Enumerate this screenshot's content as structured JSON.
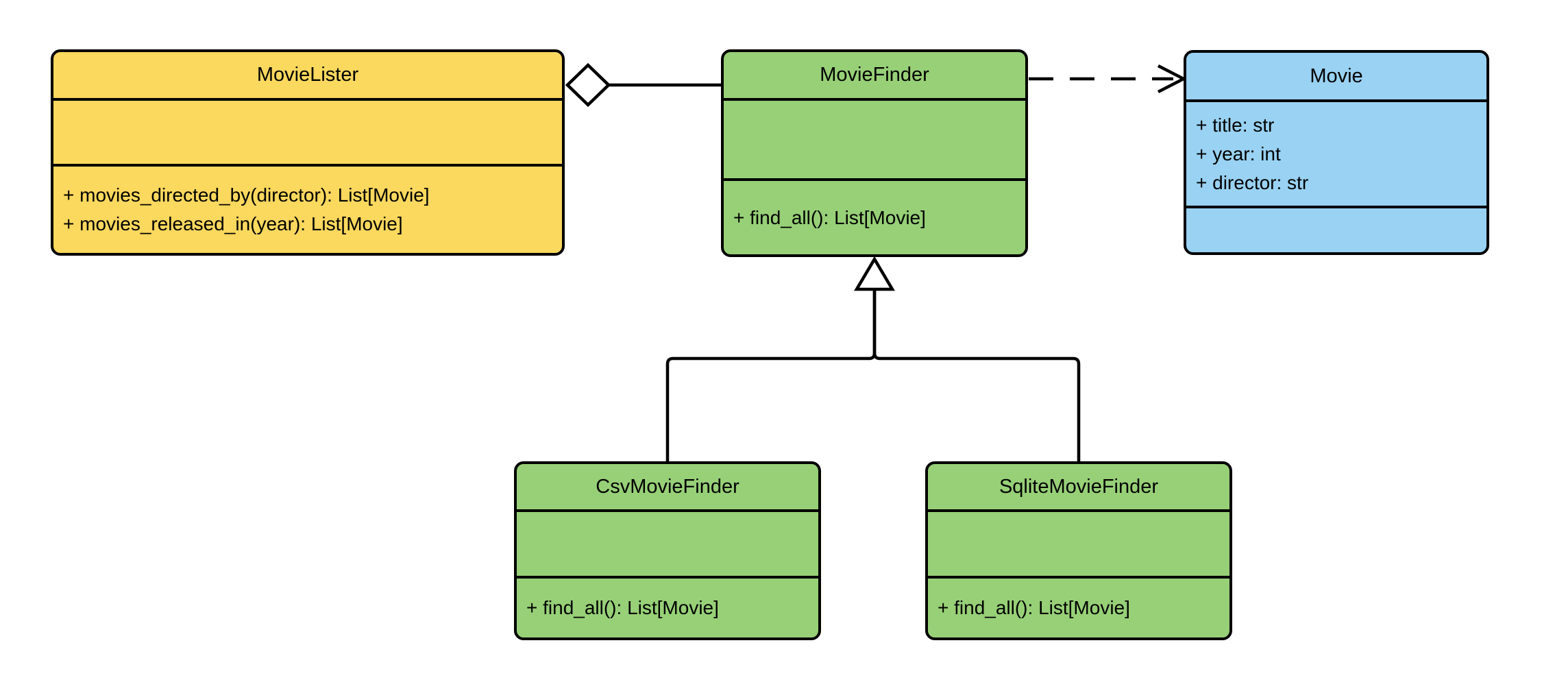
{
  "diagram": {
    "type": "uml-class-diagram",
    "colors": {
      "lister_fill": "#FBD85E",
      "finder_fill": "#97D077",
      "movie_fill": "#99D2F2",
      "stroke": "#000000",
      "background": "#FFFFFF"
    },
    "classes": {
      "movie_lister": {
        "name": "MovieLister",
        "attributes": [],
        "methods": [
          "+ movies_directed_by(director): List[Movie]",
          "+ movies_released_in(year): List[Movie]"
        ]
      },
      "movie_finder": {
        "name": "MovieFinder",
        "attributes": [],
        "methods": [
          "+ find_all(): List[Movie]"
        ]
      },
      "movie": {
        "name": "Movie",
        "attributes": [
          "+ title: str",
          "+ year: int",
          "+ director: str"
        ],
        "methods": []
      },
      "csv_movie_finder": {
        "name": "CsvMovieFinder",
        "attributes": [],
        "methods": [
          "+ find_all(): List[Movie]"
        ]
      },
      "sqlite_movie_finder": {
        "name": "SqliteMovieFinder",
        "attributes": [],
        "methods": [
          "+ find_all(): List[Movie]"
        ]
      }
    },
    "relationships": [
      {
        "type": "aggregation",
        "from": "MovieLister",
        "to": "MovieFinder",
        "marker": "hollow-diamond",
        "line": "solid"
      },
      {
        "type": "dependency",
        "from": "MovieFinder",
        "to": "Movie",
        "marker": "open-arrow",
        "line": "dashed"
      },
      {
        "type": "inheritance",
        "from": "CsvMovieFinder",
        "to": "MovieFinder",
        "marker": "hollow-triangle",
        "line": "solid"
      },
      {
        "type": "inheritance",
        "from": "SqliteMovieFinder",
        "to": "MovieFinder",
        "marker": "hollow-triangle",
        "line": "solid"
      }
    ]
  }
}
